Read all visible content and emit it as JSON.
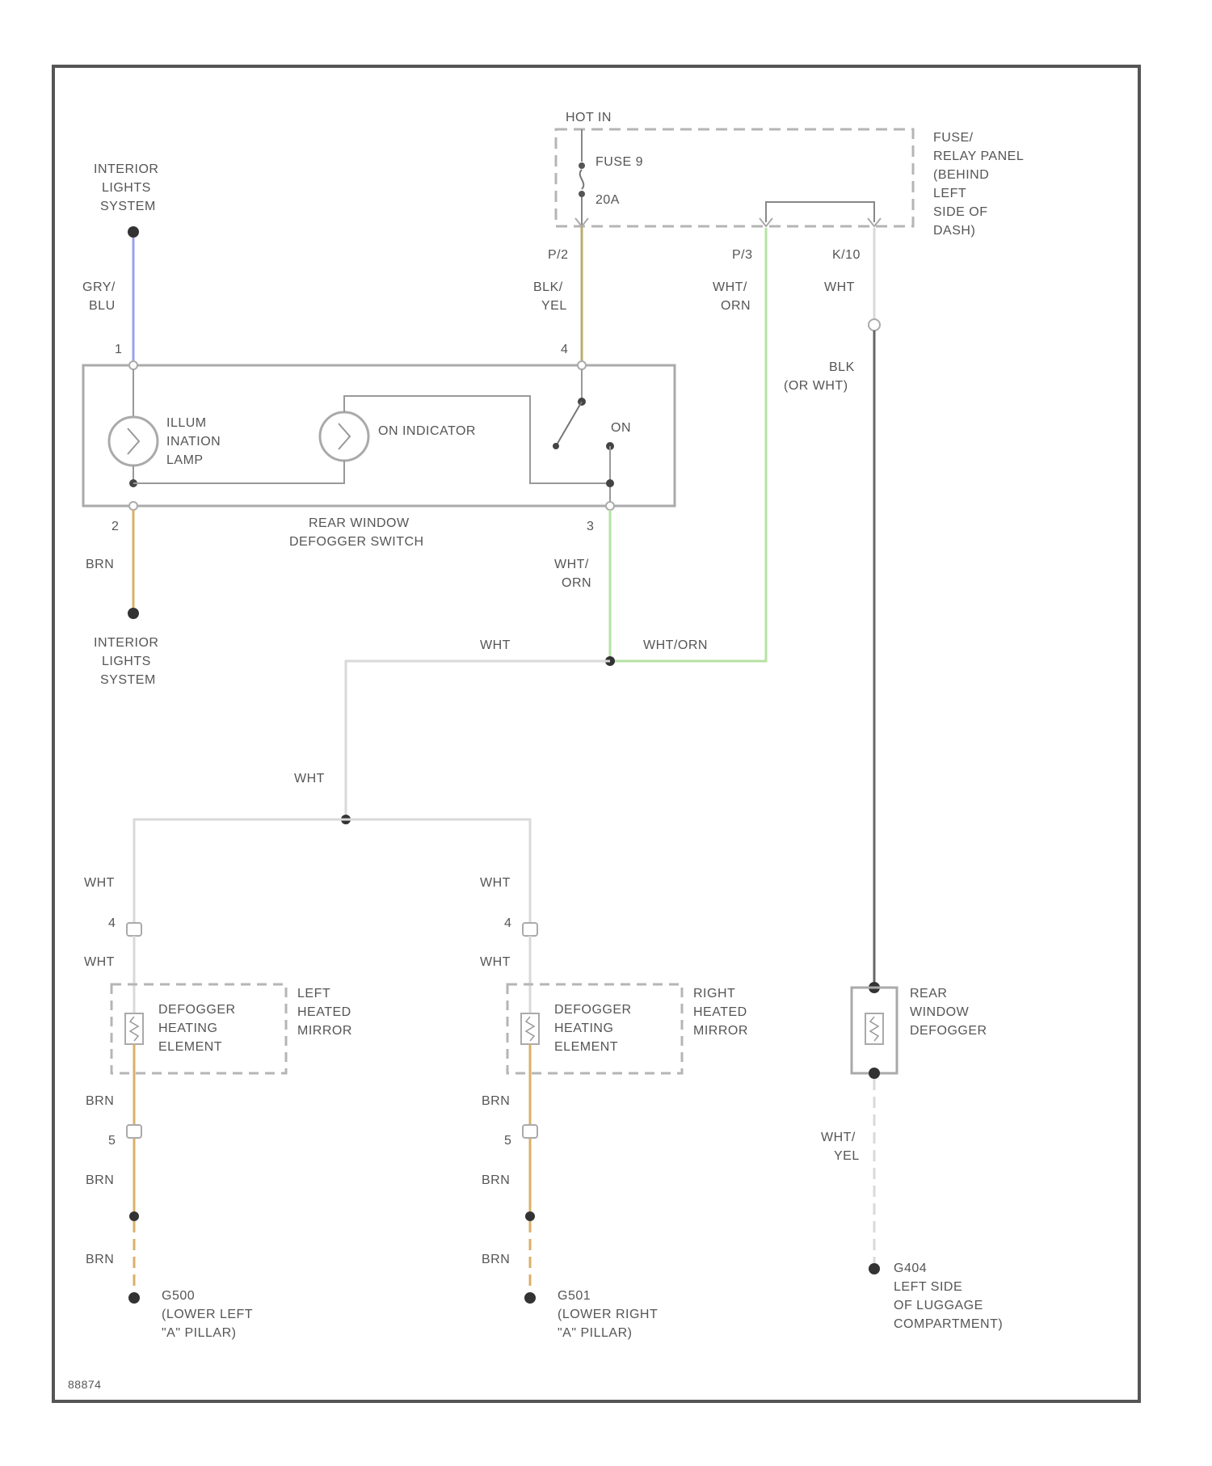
{
  "diagram_id": "88874",
  "colors": {
    "frame": "#555555",
    "wire_gray_blue": "#9da0ee",
    "wire_black_yellow": "#b8ad70",
    "wire_brown": "#d9b06a",
    "wire_white_orange": "#b7e2a3",
    "wire_white": "#d9d9d9",
    "wire_black": "#666666",
    "dashed_box": "#b5b5b5"
  },
  "labels": {
    "hot_in": "HOT IN",
    "fuse_name": "FUSE 9",
    "fuse_rating": "20A",
    "fuse_panel": [
      "FUSE/",
      "RELAY PANEL",
      "(BEHIND",
      "LEFT",
      "SIDE OF",
      "DASH)"
    ],
    "interior_lights_top": [
      "INTERIOR",
      "LIGHTS",
      "SYSTEM"
    ],
    "interior_lights_bottom": [
      "INTERIOR",
      "LIGHTS",
      "SYSTEM"
    ],
    "pin_p2": "P/2",
    "pin_p3": "P/3",
    "pin_k10": "K/10",
    "wire_gry_blu": [
      "GRY/",
      "BLU"
    ],
    "wire_blk_yel": [
      "BLK/",
      "YEL"
    ],
    "wire_wht_orn_v": [
      "WHT/",
      "ORN"
    ],
    "wire_wht_top": "WHT",
    "wire_blk_or_wht": [
      "BLK",
      "(OR WHT)"
    ],
    "sw_pin_1": "1",
    "sw_pin_4": "4",
    "sw_pin_2": "2",
    "sw_pin_3": "3",
    "illum_lamp": [
      "ILLUM",
      "INATION",
      "LAMP"
    ],
    "on_indicator": "ON INDICATOR",
    "on": "ON",
    "switch_name": [
      "REAR WINDOW",
      "DEFOGGER SWITCH"
    ],
    "wire_brn": "BRN",
    "wire_wht_orn_sw": [
      "WHT/",
      "ORN"
    ],
    "wire_wht_h": "WHT",
    "wire_wht_orn_h": "WHT/ORN",
    "wire_wht_mid": "WHT",
    "left_wht_a": "WHT",
    "left_pin_4": "4",
    "left_wht_b": "WHT",
    "left_element": [
      "DEFOGGER",
      "HEATING",
      "ELEMENT"
    ],
    "left_mirror": [
      "LEFT",
      "HEATED",
      "MIRROR"
    ],
    "left_brn_a": "BRN",
    "left_pin_5": "5",
    "left_brn_b": "BRN",
    "left_brn_c": "BRN",
    "left_ground": [
      "G500",
      "(LOWER LEFT",
      "\"A\" PILLAR)"
    ],
    "right_wht_a": "WHT",
    "right_pin_4": "4",
    "right_wht_b": "WHT",
    "right_element": [
      "DEFOGGER",
      "HEATING",
      "ELEMENT"
    ],
    "right_mirror": [
      "RIGHT",
      "HEATED",
      "MIRROR"
    ],
    "right_brn_a": "BRN",
    "right_pin_5": "5",
    "right_brn_b": "BRN",
    "right_brn_c": "BRN",
    "right_ground": [
      "G501",
      "(LOWER RIGHT",
      "\"A\" PILLAR)"
    ],
    "defogger": [
      "REAR",
      "WINDOW",
      "DEFOGGER"
    ],
    "wire_wht_yel": [
      "WHT/",
      "YEL"
    ],
    "defogger_ground": [
      "G404",
      "LEFT SIDE",
      "OF LUGGAGE",
      "COMPARTMENT)"
    ]
  }
}
